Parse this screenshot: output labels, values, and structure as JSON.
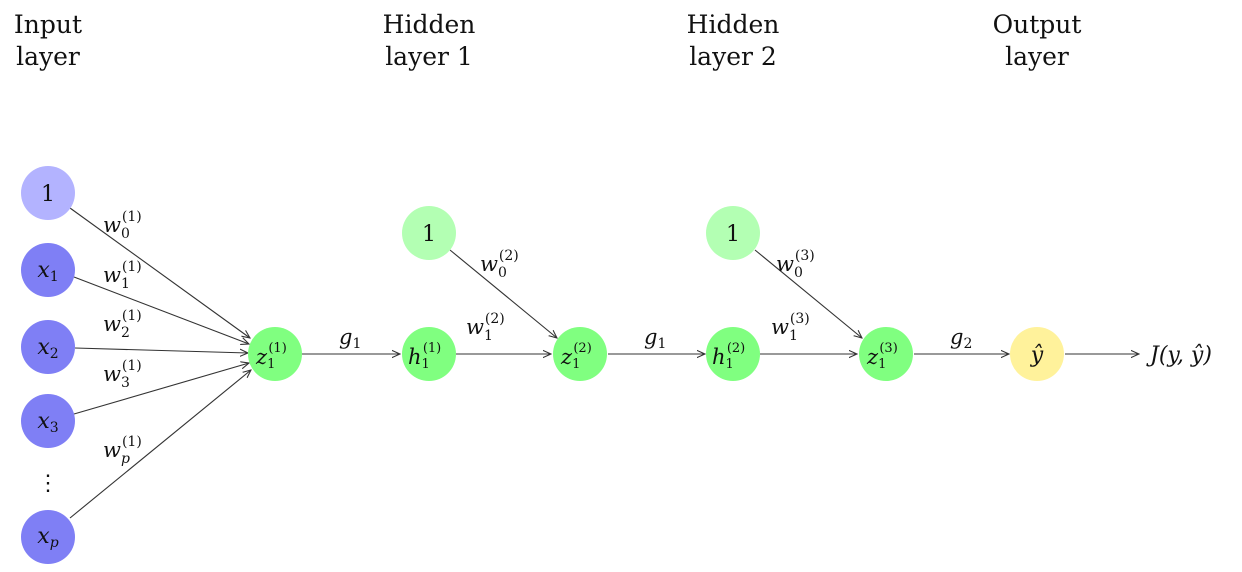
{
  "headers": {
    "input": [
      "Input",
      "layer"
    ],
    "hidden1": [
      "Hidden",
      "layer 1"
    ],
    "hidden2": [
      "Hidden",
      "layer 2"
    ],
    "output": [
      "Output",
      "layer"
    ]
  },
  "input_nodes": {
    "bias": "1",
    "x1": {
      "base": "x",
      "sub": "1"
    },
    "x2": {
      "base": "x",
      "sub": "2"
    },
    "x3": {
      "base": "x",
      "sub": "3"
    },
    "ellipsis": "⋮",
    "xp": {
      "base": "x",
      "sub": "p"
    }
  },
  "weights": {
    "w0_1": {
      "base": "w",
      "sub": "0",
      "sup": "(1)"
    },
    "w1_1": {
      "base": "w",
      "sub": "1",
      "sup": "(1)"
    },
    "w2_1": {
      "base": "w",
      "sub": "2",
      "sup": "(1)"
    },
    "w3_1": {
      "base": "w",
      "sub": "3",
      "sup": "(1)"
    },
    "wp_1": {
      "base": "w",
      "sub": "p",
      "sup": "(1)"
    },
    "w0_2": {
      "base": "w",
      "sub": "0",
      "sup": "(2)"
    },
    "w1_2": {
      "base": "w",
      "sub": "1",
      "sup": "(2)"
    },
    "w0_3": {
      "base": "w",
      "sub": "0",
      "sup": "(3)"
    },
    "w1_3": {
      "base": "w",
      "sub": "1",
      "sup": "(3)"
    }
  },
  "hidden": {
    "bias1": "1",
    "bias2": "1",
    "z1_1": {
      "base": "z",
      "sub": "1",
      "sup": "(1)"
    },
    "h1_1": {
      "base": "h",
      "sub": "1",
      "sup": "(1)"
    },
    "z1_2": {
      "base": "z",
      "sub": "1",
      "sup": "(2)"
    },
    "h1_2": {
      "base": "h",
      "sub": "1",
      "sup": "(2)"
    },
    "z1_3": {
      "base": "z",
      "sub": "1",
      "sup": "(3)"
    }
  },
  "activations": {
    "g1a": {
      "base": "g",
      "sub": "1"
    },
    "g1b": {
      "base": "g",
      "sub": "1"
    },
    "g2": {
      "base": "g",
      "sub": "2"
    }
  },
  "output": {
    "yhat": "ŷ",
    "loss": "J(y, ŷ)"
  },
  "colors": {
    "input_bias": "#b3b3ff",
    "input_node": "#7f7ff5",
    "hidden_bias": "#b3ffb3",
    "hidden_node": "#80ff80",
    "output_node": "#fff29b"
  }
}
